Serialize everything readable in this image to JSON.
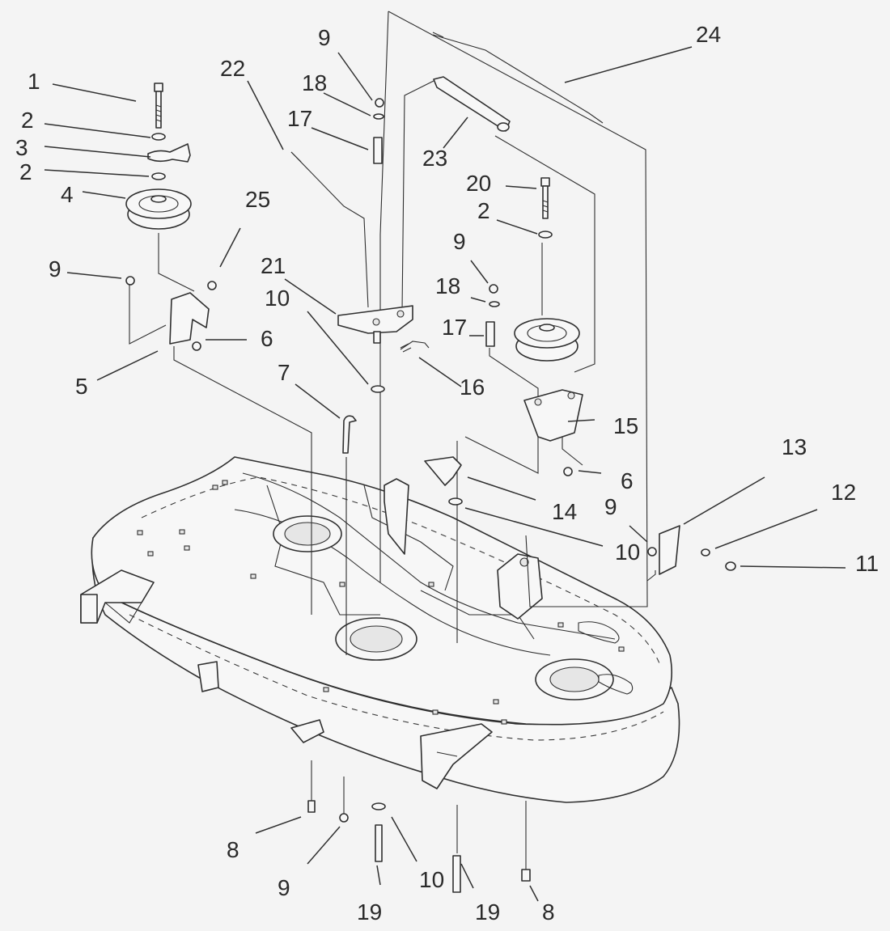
{
  "callouts": [
    {
      "id": "c1",
      "text": "1"
    },
    {
      "id": "c2a",
      "text": "2"
    },
    {
      "id": "c3",
      "text": "3"
    },
    {
      "id": "c2b",
      "text": "2"
    },
    {
      "id": "c4",
      "text": "4"
    },
    {
      "id": "c9a",
      "text": "9"
    },
    {
      "id": "c5",
      "text": "5"
    },
    {
      "id": "c6a",
      "text": "6"
    },
    {
      "id": "c25",
      "text": "25"
    },
    {
      "id": "c22",
      "text": "22"
    },
    {
      "id": "c21",
      "text": "21"
    },
    {
      "id": "c10a",
      "text": "10"
    },
    {
      "id": "c7",
      "text": "7"
    },
    {
      "id": "c9b",
      "text": "9"
    },
    {
      "id": "c18a",
      "text": "18"
    },
    {
      "id": "c17a",
      "text": "17"
    },
    {
      "id": "c23",
      "text": "23"
    },
    {
      "id": "c24",
      "text": "24"
    },
    {
      "id": "c20",
      "text": "20"
    },
    {
      "id": "c2c",
      "text": "2"
    },
    {
      "id": "c9c",
      "text": "9"
    },
    {
      "id": "c18b",
      "text": "18"
    },
    {
      "id": "c17b",
      "text": "17"
    },
    {
      "id": "c16",
      "text": "16"
    },
    {
      "id": "c15",
      "text": "15"
    },
    {
      "id": "c6b",
      "text": "6"
    },
    {
      "id": "c14",
      "text": "14"
    },
    {
      "id": "c10b",
      "text": "10"
    },
    {
      "id": "c13",
      "text": "13"
    },
    {
      "id": "c12",
      "text": "12"
    },
    {
      "id": "c9d",
      "text": "9"
    },
    {
      "id": "c11",
      "text": "11"
    },
    {
      "id": "c8a",
      "text": "8"
    },
    {
      "id": "c9e",
      "text": "9"
    },
    {
      "id": "c10c",
      "text": "10"
    },
    {
      "id": "c19a",
      "text": "19"
    },
    {
      "id": "c19b",
      "text": "19"
    },
    {
      "id": "c8b",
      "text": "8"
    }
  ]
}
